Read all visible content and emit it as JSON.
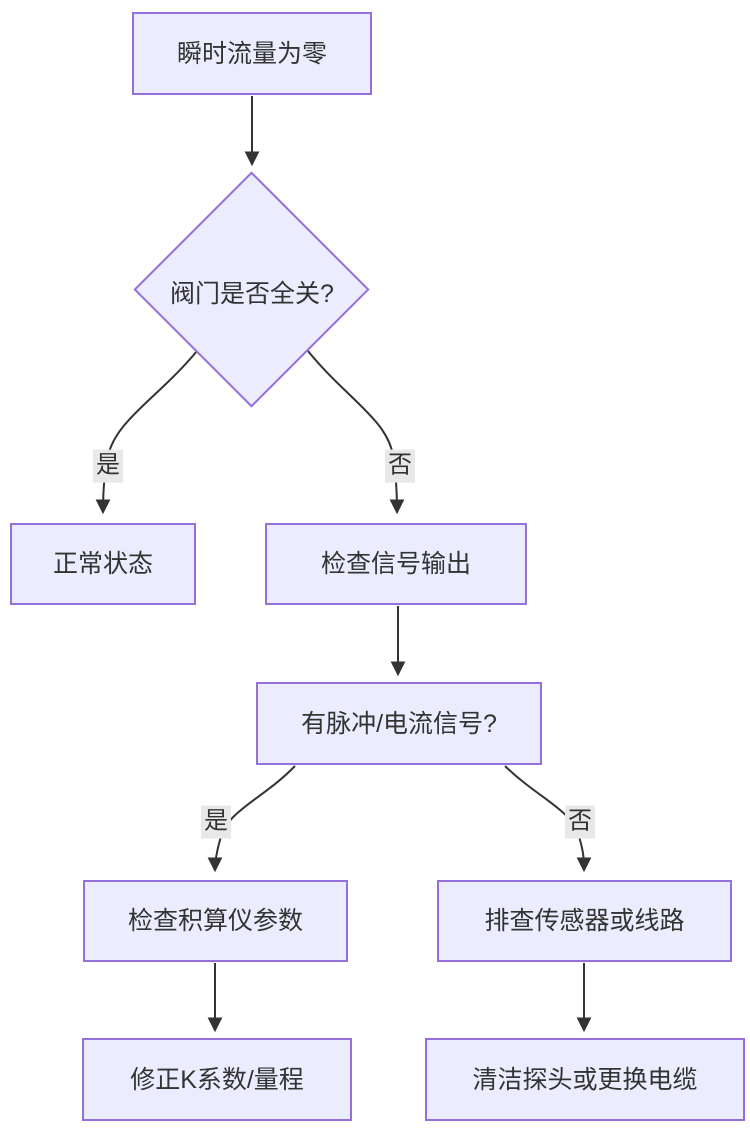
{
  "diagram": {
    "type": "flowchart",
    "direction": "top-down",
    "nodes": [
      {
        "id": "A",
        "shape": "rect",
        "label": "瞬时流量为零"
      },
      {
        "id": "B",
        "shape": "diamond",
        "label": "阀门是否全关?"
      },
      {
        "id": "C",
        "shape": "rect",
        "label": "正常状态"
      },
      {
        "id": "D",
        "shape": "rect",
        "label": "检查信号输出"
      },
      {
        "id": "E",
        "shape": "rect",
        "label": "有脉冲/电流信号?"
      },
      {
        "id": "F",
        "shape": "rect",
        "label": "检查积算仪参数"
      },
      {
        "id": "G",
        "shape": "rect",
        "label": "排查传感器或线路"
      },
      {
        "id": "H",
        "shape": "rect",
        "label": "修正K系数/量程"
      },
      {
        "id": "I",
        "shape": "rect",
        "label": "清洁探头或更换电缆"
      }
    ],
    "edges": [
      {
        "from": "A",
        "to": "B",
        "label": ""
      },
      {
        "from": "B",
        "to": "C",
        "label": "是"
      },
      {
        "from": "B",
        "to": "D",
        "label": "否"
      },
      {
        "from": "D",
        "to": "E",
        "label": ""
      },
      {
        "from": "E",
        "to": "F",
        "label": "是"
      },
      {
        "from": "E",
        "to": "G",
        "label": "否"
      },
      {
        "from": "F",
        "to": "H",
        "label": ""
      },
      {
        "from": "G",
        "to": "I",
        "label": ""
      }
    ],
    "colors": {
      "node_fill": "#ECECFF",
      "node_border": "#9370DB",
      "edge": "#333333",
      "text": "#333333",
      "edge_label_bg": "#e8e8e8",
      "background": "#ffffff"
    }
  }
}
